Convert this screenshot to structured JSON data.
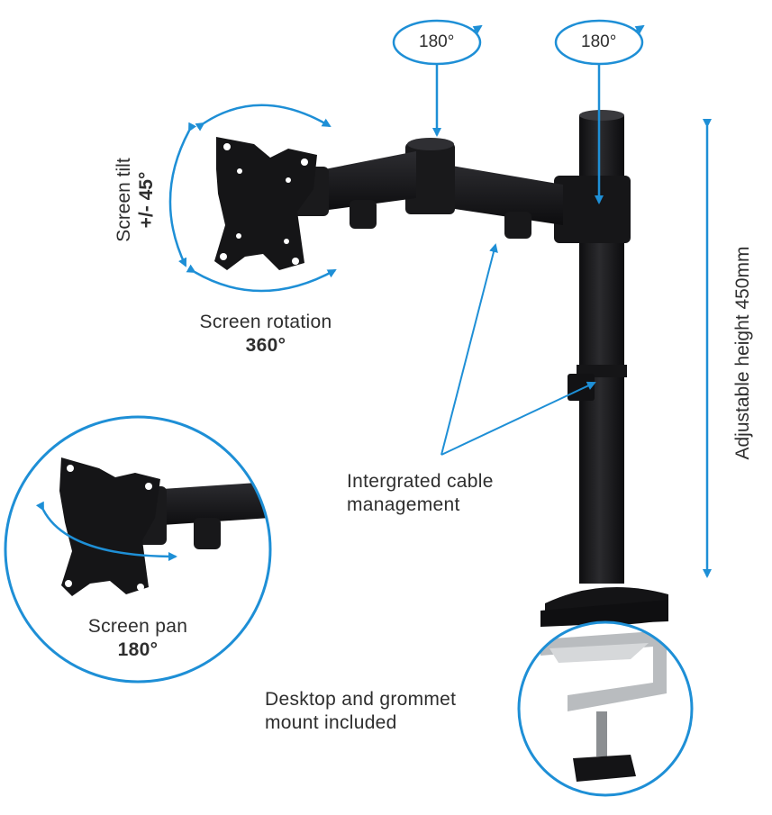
{
  "rotation_badges": [
    {
      "label": "180°"
    },
    {
      "label": "180°"
    }
  ],
  "tilt": {
    "line1": "Screen tilt",
    "line2": "+/- 45°"
  },
  "rotation": {
    "line1": "Screen rotation",
    "line2": "360°"
  },
  "cable": {
    "line1": "Intergrated cable",
    "line2": "management"
  },
  "height": {
    "label": "Adjustable height 450mm"
  },
  "pan": {
    "line1": "Screen pan",
    "line2": "180°"
  },
  "mount": {
    "line1": "Desktop and grommet",
    "line2": "mount included"
  },
  "colors": {
    "accent": "#1e8fd6",
    "product": "#1d1d1f",
    "clamp": "#b9bcbf"
  }
}
